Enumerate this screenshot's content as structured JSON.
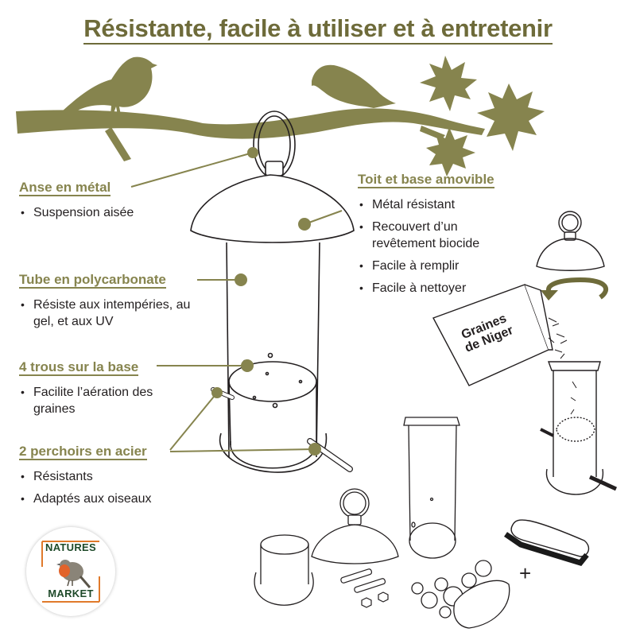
{
  "title": "Résistante, facile à utiliser et à entretenir",
  "colors": {
    "olive": "#86844e",
    "olive_dark": "#6e6b3a",
    "text": "#231f20",
    "line": "#231f20",
    "logo_green": "#1f4a2a",
    "logo_orange": "#e07a2b",
    "robin_breast": "#e2632a"
  },
  "features": [
    {
      "heading": "Anse en métal",
      "bullets": [
        "Suspension aisée"
      ]
    },
    {
      "heading": "Tube en polycarbonate",
      "bullets": [
        "Résiste aux intempéries, au gel, et aux UV"
      ]
    },
    {
      "heading": "4 trous sur la base",
      "bullets": [
        "Facilite l’aération des graines"
      ]
    },
    {
      "heading": "2 perchoirs en acier",
      "bullets": [
        "Résistants",
        "Adaptés aux oiseaux"
      ]
    },
    {
      "heading": "Toit et base amovible",
      "bullets": [
        "Métal résistant",
        "Recouvert d’un revêtement biocide",
        "Facile à remplir",
        "Facile à nettoyer"
      ]
    }
  ],
  "seed_bag": {
    "line1": "Graines",
    "line2": "de Niger"
  },
  "accessories_plus": "+",
  "logo": {
    "line1": "NATURES",
    "line2": "MARKET"
  },
  "icons": [
    "bird-silhouette",
    "branch",
    "maple-leaf",
    "feeder",
    "rotate-arrow",
    "seed-bag",
    "brush",
    "sponge",
    "screw",
    "nut",
    "robin"
  ]
}
